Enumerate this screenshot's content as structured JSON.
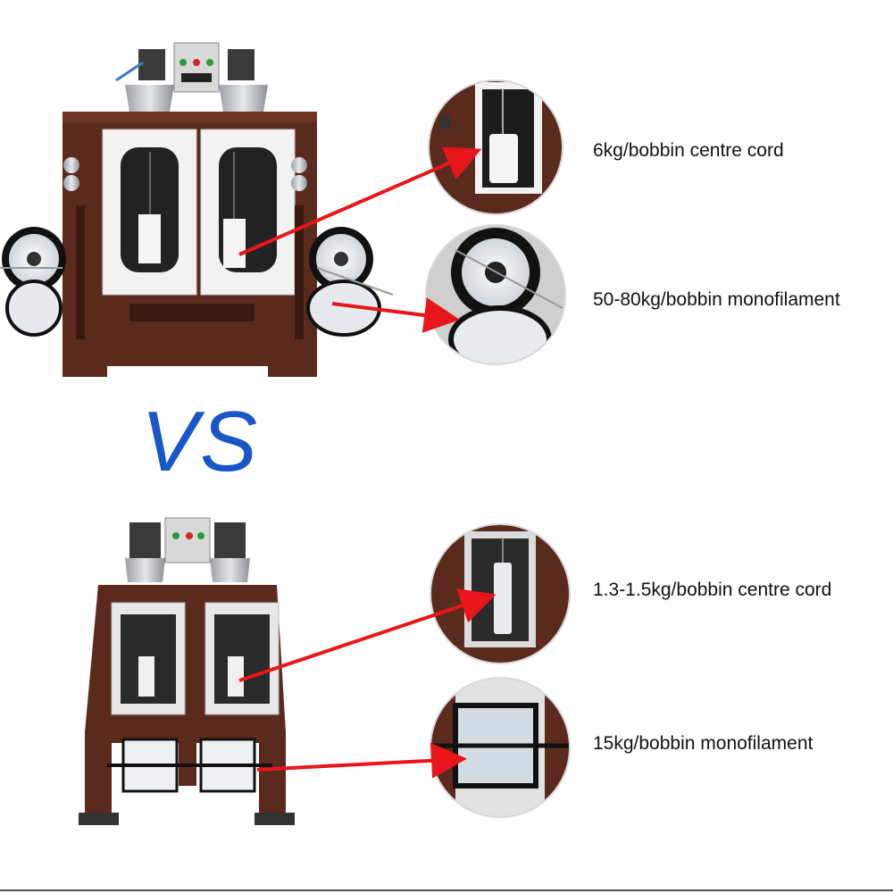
{
  "vs_text": "VS",
  "top_machine": {
    "callouts": [
      {
        "label": "6kg/bobbin centre cord"
      },
      {
        "label": "50-80kg/bobbin monofilament"
      }
    ]
  },
  "bottom_machine": {
    "callouts": [
      {
        "label": "1.3-1.5kg/bobbin centre cord"
      },
      {
        "label": "15kg/bobbin monofilament"
      }
    ]
  },
  "colors": {
    "frame": "#5a2a1c",
    "arrow": "#e8161b",
    "vs": "#1a56c8"
  }
}
